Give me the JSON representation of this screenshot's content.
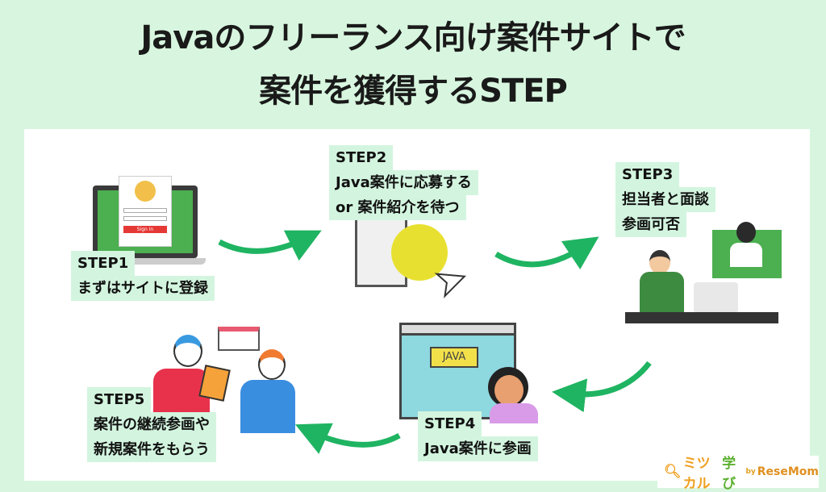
{
  "title": {
    "line1": "Javaのフリーランス向け案件サイトで",
    "line2": "案件を獲得するSTEP"
  },
  "steps": [
    {
      "step": "STEP1",
      "lines": [
        "まずはサイトに登録"
      ]
    },
    {
      "step": "STEP2",
      "lines": [
        "Java案件に応募する",
        "or 案件紹介を待つ"
      ]
    },
    {
      "step": "STEP3",
      "lines": [
        "担当者と面談",
        "参画可否"
      ]
    },
    {
      "step": "STEP4",
      "lines": [
        "Java案件に参画"
      ]
    },
    {
      "step": "STEP5",
      "lines": [
        "案件の継続参画や",
        "新規案件をもらう"
      ]
    }
  ],
  "illustration": {
    "signin": "Sign in",
    "java": "JAVA"
  },
  "logo": {
    "name": "ミツカル",
    "name2": "学び",
    "by": "by",
    "brand": "ReseMom"
  },
  "colors": {
    "bg": "#d8f6df",
    "label_bg": "#d3f5df",
    "arrow": "#1fb462"
  }
}
